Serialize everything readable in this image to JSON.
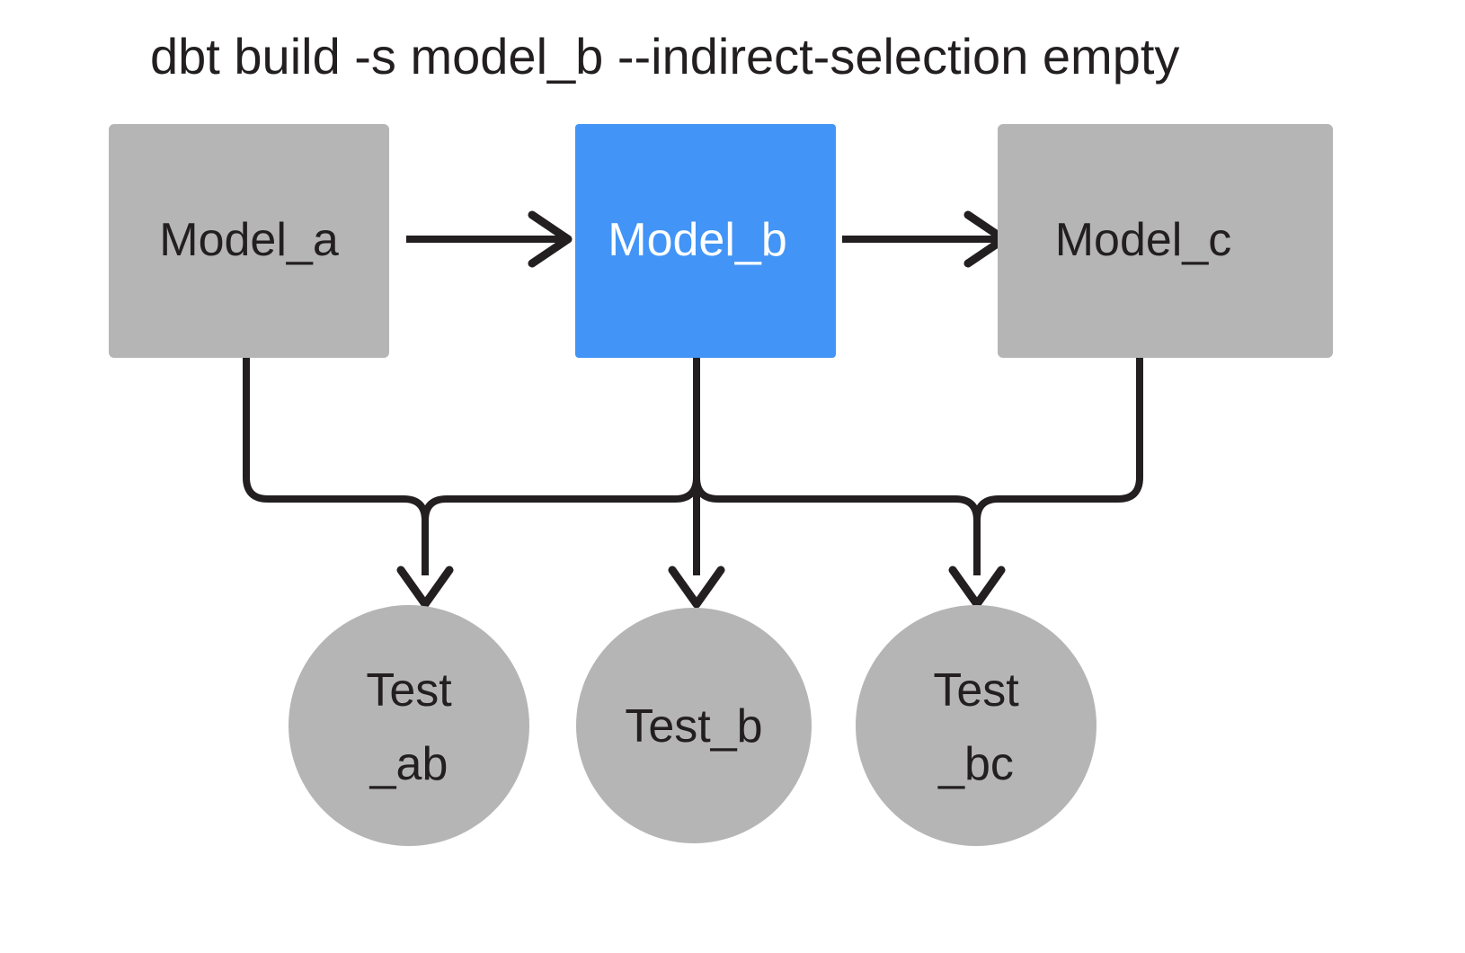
{
  "diagram": {
    "title": "dbt build -s model_b --indirect-selection empty",
    "colors": {
      "selected": "#4294f7",
      "unselected": "#b5b5b5",
      "text_dark": "#231f20",
      "text_light": "#ffffff",
      "edge": "#231f20",
      "background": "#ffffff"
    },
    "models": [
      {
        "id": "model_a",
        "label": "Model_a",
        "state": "unselected"
      },
      {
        "id": "model_b",
        "label": "Model_b",
        "state": "selected"
      },
      {
        "id": "model_c",
        "label": "Model_c",
        "state": "unselected"
      }
    ],
    "tests": [
      {
        "id": "test_ab",
        "label_line1": "Test",
        "label_line2": "_ab",
        "state": "unselected"
      },
      {
        "id": "test_b",
        "label_line1": "Test_b",
        "label_line2": "",
        "state": "unselected"
      },
      {
        "id": "test_bc",
        "label_line1": "Test",
        "label_line2": "_bc",
        "state": "unselected"
      }
    ],
    "edges": [
      {
        "from": "model_a",
        "to": "model_b"
      },
      {
        "from": "model_b",
        "to": "model_c"
      },
      {
        "from": "model_a",
        "to": "test_ab"
      },
      {
        "from": "model_b",
        "to": "test_ab"
      },
      {
        "from": "model_b",
        "to": "test_b"
      },
      {
        "from": "model_b",
        "to": "test_bc"
      },
      {
        "from": "model_c",
        "to": "test_bc"
      }
    ]
  }
}
